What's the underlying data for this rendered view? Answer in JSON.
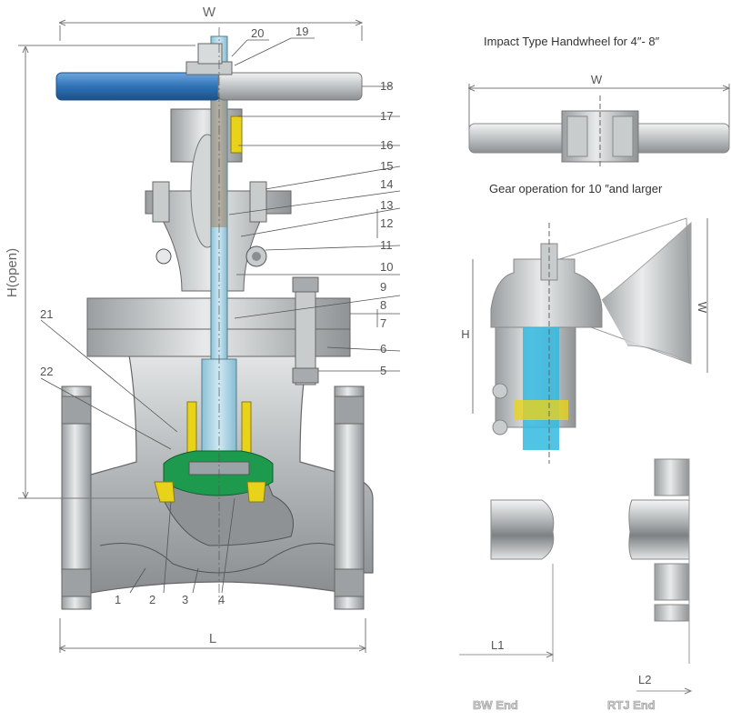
{
  "main_view": {
    "dim_w": "W",
    "dim_h": "H(open)",
    "dim_l": "L",
    "callouts": [
      "1",
      "2",
      "3",
      "4",
      "5",
      "6",
      "7",
      "8",
      "9",
      "10",
      "11",
      "12",
      "13",
      "14",
      "15",
      "16",
      "17",
      "18",
      "19",
      "20",
      "21",
      "22"
    ]
  },
  "handwheel_view": {
    "title": "Impact Type Handwheel for 4″- 8″",
    "dim_w": "W"
  },
  "gear_view": {
    "title": "Gear operation for 10 ″and larger",
    "dim_h": "H",
    "dim_w": "W"
  },
  "ends": {
    "bw_dim": "L1",
    "bw_label": "BW End",
    "rtj_dim": "L2",
    "rtj_label": "RTJ End"
  },
  "colors": {
    "body": "#b8bcbe",
    "body_dark": "#8f9395",
    "stem": "#a9d4e6",
    "handle": "#2f73b8",
    "disc": "#1e9a4e",
    "packing": "#e8d21a",
    "flow_blue": "#33b8e0"
  }
}
